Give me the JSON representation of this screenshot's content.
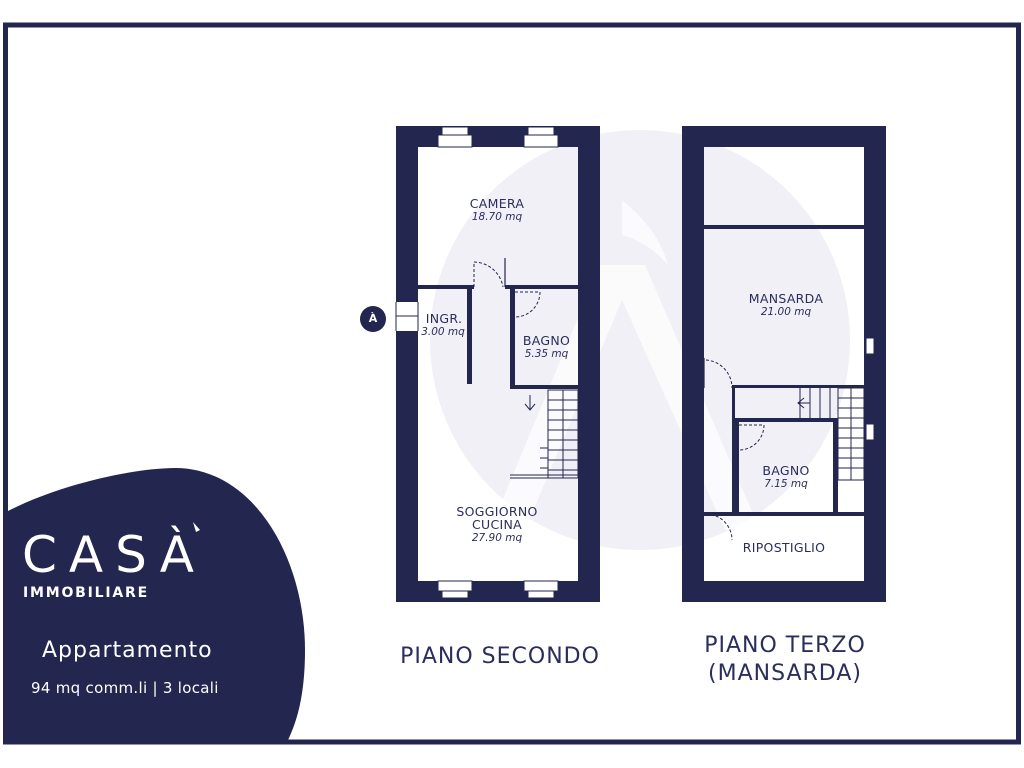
{
  "brand": {
    "logo_main": "CASÀ",
    "logo_sub": "IMMOBILIARE",
    "entry_marker": "À",
    "colors": {
      "navy": "#23264f",
      "watermark": "#f0f0f6",
      "white": "#ffffff"
    }
  },
  "listing": {
    "type": "Appartamento",
    "details": "94 mq comm.li | 3 locali"
  },
  "floors": {
    "second": {
      "title": "PIANO SECONDO",
      "rooms": {
        "camera": {
          "name": "CAMERA",
          "area": "18.70 mq"
        },
        "ingresso": {
          "name": "INGR.",
          "area": "3.00 mq"
        },
        "bagno": {
          "name": "BAGNO",
          "area": "5.35 mq"
        },
        "soggiorno": {
          "name_line1": "SOGGIORNO",
          "name_line2": "CUCINA",
          "area": "27.90 mq"
        }
      }
    },
    "third": {
      "title_line1": "PIANO TERZO",
      "title_line2": "(MANSARDA)",
      "rooms": {
        "mansarda": {
          "name": "MANSARDA",
          "area": "21.00 mq"
        },
        "bagno": {
          "name": "BAGNO",
          "area": "7.15 mq"
        },
        "ripostiglio": {
          "name": "RIPOSTIGLIO"
        }
      }
    }
  }
}
